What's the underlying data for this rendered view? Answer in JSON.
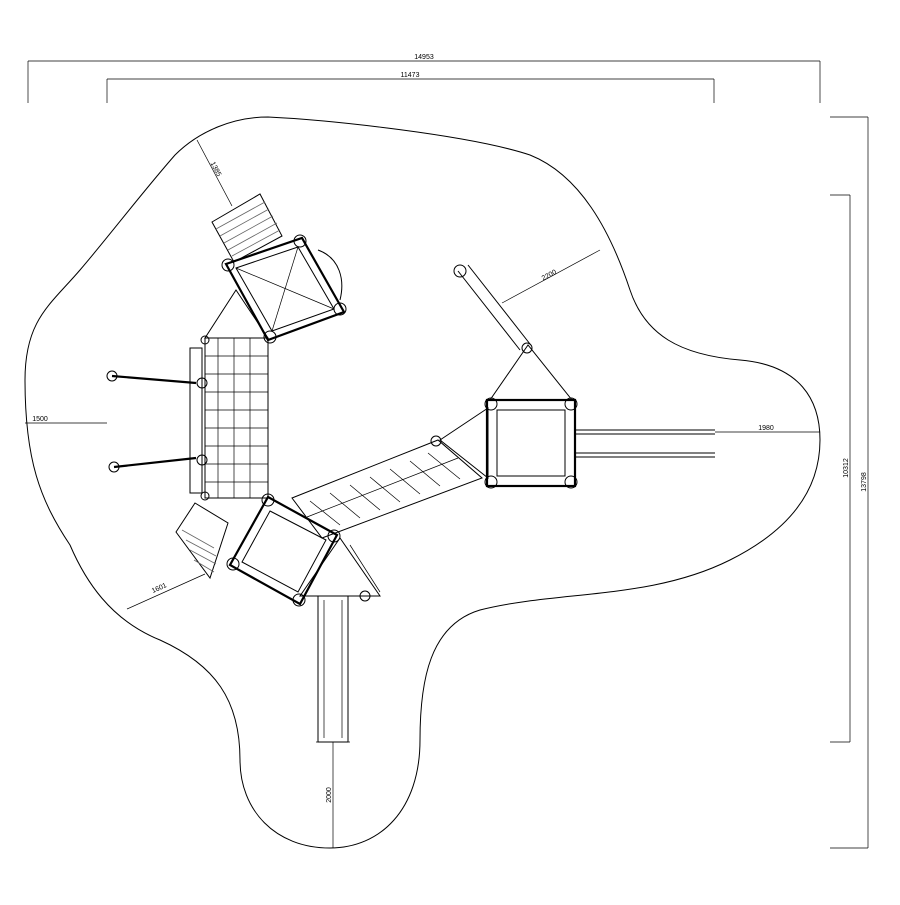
{
  "dimensions": {
    "overall_width": "14953",
    "inner_width": "11473",
    "overall_height": "13798",
    "inner_height": "10312",
    "left_clearance": "1500",
    "right_clearance": "1980",
    "top_right_clearance": "2200",
    "top_left_clearance": "1385",
    "bottom_left_clearance": "1601",
    "bottom_clearance": "2000"
  },
  "colors": {
    "line": "#000000",
    "background": "#ffffff"
  }
}
